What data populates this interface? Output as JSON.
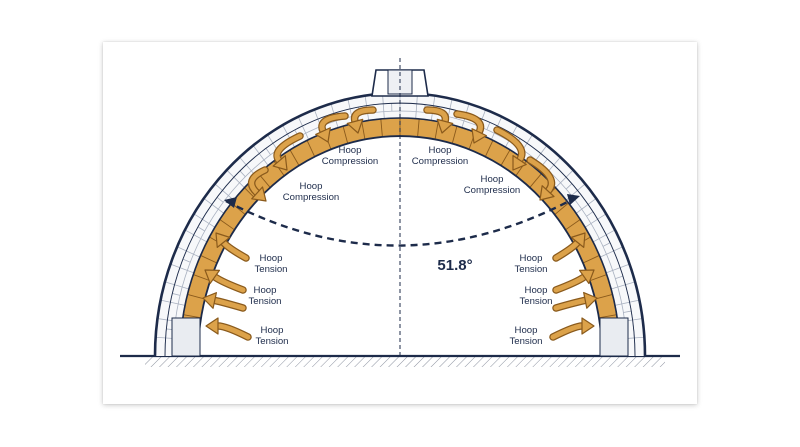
{
  "diagram": {
    "angle_label": "51.8°",
    "compression_label_top": "Hoop",
    "compression_label_bottom": "Compression",
    "tension_label_top": "Hoop",
    "tension_label_bottom": "Tension"
  },
  "colors": {
    "navy": "#1d2b4a",
    "gold": "#dca24a",
    "gold_dark": "#8a5a1c",
    "brick_line": "#a9b1c0"
  }
}
